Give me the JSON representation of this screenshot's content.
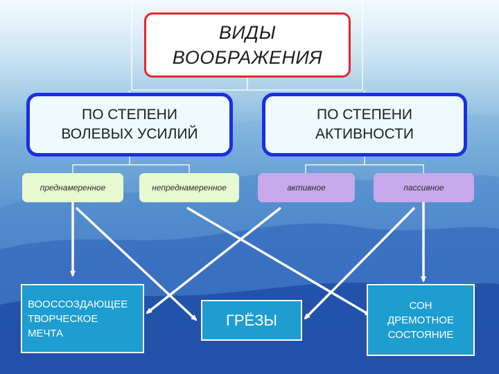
{
  "title": "ВИДЫ\nВООБРАЖЕНИЯ",
  "categories": [
    {
      "label": "ПО СТЕПЕНИ\nВОЛЕВЫХ УСИЛИЙ"
    },
    {
      "label": "ПО СТЕПЕНИ\nАКТИВНОСТИ"
    }
  ],
  "subtypes": [
    {
      "label": "преднамеренное",
      "color": "#e8f8d0"
    },
    {
      "label": "непреднамеренное",
      "color": "#e8f8d0"
    },
    {
      "label": "активное",
      "color": "#c8a8ec"
    },
    {
      "label": "пассивное",
      "color": "#c8a8ec"
    }
  ],
  "results": [
    {
      "label": "ВООССОЗДАЮЩЕЕ\nТВОРЧЕСКОЕ\nМЕЧТА"
    },
    {
      "label": "ГРЁЗЫ"
    },
    {
      "label": "СОН\nДРЕМОТНОЕ\nСОСТОЯНИЕ"
    }
  ],
  "colors": {
    "title_border": "#e3262d",
    "category_border": "#1b2ee0",
    "result_fill": "#1e9dd0",
    "connector": "#ffffff"
  }
}
